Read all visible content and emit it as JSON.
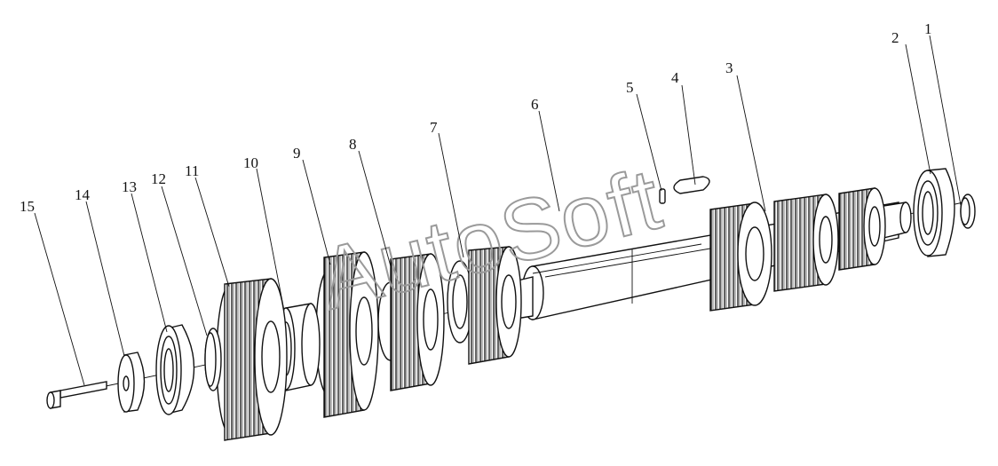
{
  "watermark": "AutoSoft",
  "callouts": [
    {
      "id": "1",
      "text": "1"
    },
    {
      "id": "2",
      "text": "2"
    },
    {
      "id": "3",
      "text": "3"
    },
    {
      "id": "4",
      "text": "4"
    },
    {
      "id": "5",
      "text": "5"
    },
    {
      "id": "6",
      "text": "6"
    },
    {
      "id": "7",
      "text": "7"
    },
    {
      "id": "8",
      "text": "8"
    },
    {
      "id": "9",
      "text": "9"
    },
    {
      "id": "10",
      "text": "10"
    },
    {
      "id": "11",
      "text": "11"
    },
    {
      "id": "12",
      "text": "12"
    },
    {
      "id": "13",
      "text": "13"
    },
    {
      "id": "14",
      "text": "14"
    },
    {
      "id": "15",
      "text": "15"
    }
  ]
}
